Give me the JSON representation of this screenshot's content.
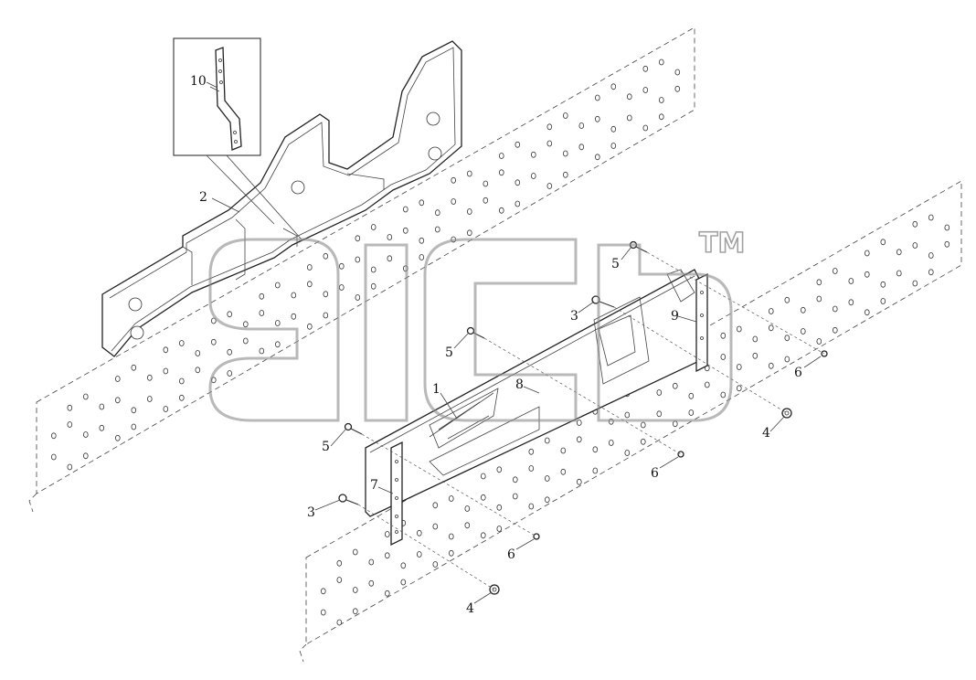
{
  "diagram": {
    "watermark": {
      "text": "TM"
    },
    "callouts": [
      {
        "id": "c1",
        "label": "1"
      },
      {
        "id": "c2",
        "label": "2"
      },
      {
        "id": "c3a",
        "label": "3"
      },
      {
        "id": "c3b",
        "label": "3"
      },
      {
        "id": "c4a",
        "label": "4"
      },
      {
        "id": "c4b",
        "label": "4"
      },
      {
        "id": "c5a",
        "label": "5"
      },
      {
        "id": "c5b",
        "label": "5"
      },
      {
        "id": "c5c",
        "label": "5"
      },
      {
        "id": "c6a",
        "label": "6"
      },
      {
        "id": "c6b",
        "label": "6"
      },
      {
        "id": "c6c",
        "label": "6"
      },
      {
        "id": "c7",
        "label": "7"
      },
      {
        "id": "c8",
        "label": "8"
      },
      {
        "id": "c9",
        "label": "9"
      },
      {
        "id": "c10",
        "label": "10"
      }
    ]
  }
}
